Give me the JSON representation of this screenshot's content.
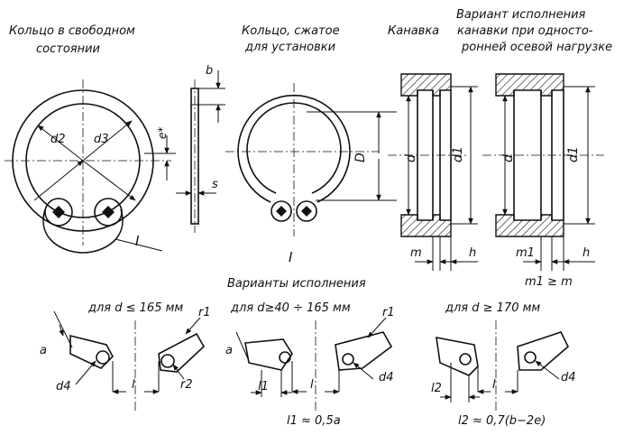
{
  "headings": {
    "free_ring": [
      "Кольцо в свободном",
      "состоянии"
    ],
    "compressed_ring": [
      "Кольцо, сжатое",
      "для установки"
    ],
    "variant_top": "Вариант исполнения",
    "groove": "Канавка",
    "groove_one_sided": [
      "канавки при односто-",
      "ронней осевой нагрузке"
    ],
    "variants": "Варианты исполнения"
  },
  "case_labels": [
    "для d ≤ 165 мм",
    "для d≥40 ÷ 165 мм",
    "для d ≥ 170 мм"
  ],
  "detail_mark": "I",
  "dims": {
    "d2": "d2",
    "d3": "d3",
    "e": "e*",
    "b": "b",
    "s": "s",
    "D": "D",
    "d": "d",
    "d1": "d1",
    "m": "m",
    "h": "h",
    "m1": "m1",
    "a": "a",
    "d4": "d4",
    "r1": "r1",
    "r2": "r2",
    "l": "l",
    "l1": "l1",
    "l2": "l2"
  },
  "formulas": {
    "m_rel": "m1 ≥ m",
    "l1": "l1 ≈ 0,5a",
    "l2": "l2 ≈ 0,7(b−2e)"
  }
}
